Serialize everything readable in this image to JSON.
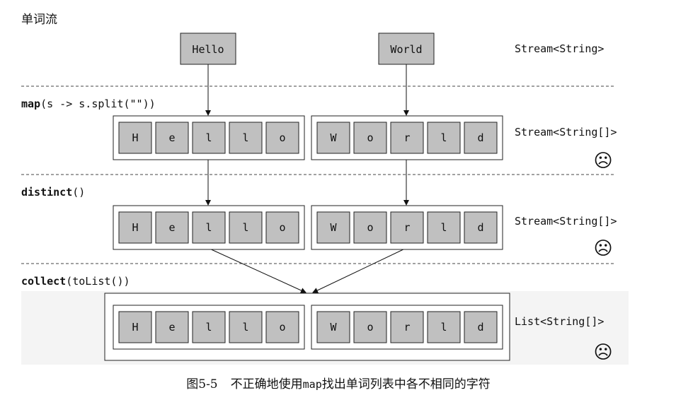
{
  "header": {
    "title": "单词流"
  },
  "words": {
    "left": "Hello",
    "right": "World",
    "type_label": "Stream<String>"
  },
  "steps": [
    {
      "op": "map",
      "args": "(s -> s.split(\"\"))",
      "left_chars": [
        "H",
        "e",
        "l",
        "l",
        "o"
      ],
      "right_chars": [
        "W",
        "o",
        "r",
        "l",
        "d"
      ],
      "type_label": "Stream<String[]>",
      "face": "☹"
    },
    {
      "op": "distinct",
      "args": "()",
      "left_chars": [
        "H",
        "e",
        "l",
        "l",
        "o"
      ],
      "right_chars": [
        "W",
        "o",
        "r",
        "l",
        "d"
      ],
      "type_label": "Stream<String[]>",
      "face": "☹"
    },
    {
      "op": "collect",
      "args": "(toList())",
      "left_chars": [
        "H",
        "e",
        "l",
        "l",
        "o"
      ],
      "right_chars": [
        "W",
        "o",
        "r",
        "l",
        "d"
      ],
      "type_label": "List<String[]>",
      "face": "☹"
    }
  ],
  "caption": {
    "number": "图5-5",
    "before": "不正确地使用",
    "code": "map",
    "after": "找出单词列表中各不相同的字符"
  },
  "colors": {
    "cell_fill": "#c0c0c0",
    "box_border": "#222222",
    "highlight_band": "#f4f4f4",
    "dashed": "#444444"
  }
}
